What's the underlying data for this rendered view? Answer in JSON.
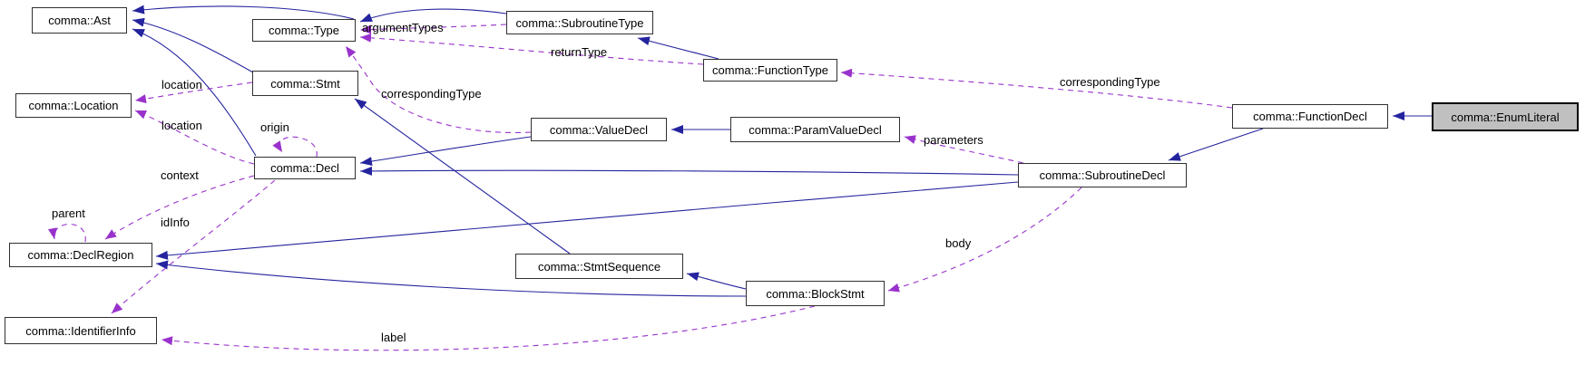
{
  "nodes": {
    "ast": {
      "label": "comma::Ast"
    },
    "type": {
      "label": "comma::Type"
    },
    "subroutine_type": {
      "label": "comma::SubroutineType"
    },
    "function_type": {
      "label": "comma::FunctionType"
    },
    "location": {
      "label": "comma::Location"
    },
    "stmt": {
      "label": "comma::Stmt"
    },
    "value_decl": {
      "label": "comma::ValueDecl"
    },
    "param_value_decl": {
      "label": "comma::ParamValueDecl"
    },
    "function_decl": {
      "label": "comma::FunctionDecl"
    },
    "enum_literal": {
      "label": "comma::EnumLiteral",
      "highlighted": true
    },
    "decl": {
      "label": "comma::Decl"
    },
    "subroutine_decl": {
      "label": "comma::SubroutineDecl"
    },
    "decl_region": {
      "label": "comma::DeclRegion"
    },
    "stmt_sequence": {
      "label": "comma::StmtSequence"
    },
    "block_stmt": {
      "label": "comma::BlockStmt"
    },
    "identifier_info": {
      "label": "comma::IdentifierInfo"
    }
  },
  "edge_labels": {
    "argument_types": "argumentTypes",
    "return_type": "returnType",
    "corresponding_type_left": "correspondingType",
    "corresponding_type_right": "correspondingType",
    "location_upper": "location",
    "location_lower": "location",
    "origin": "origin",
    "context": "context",
    "parent": "parent",
    "id_info": "idInfo",
    "parameters": "parameters",
    "body": "body",
    "label": "label"
  },
  "colors": {
    "inheritance_edge": "#24249e",
    "usage_edge": "#9932cc",
    "node_fill": "#ffffff",
    "node_border": "#303030",
    "highlight_fill": "#c0c0c0",
    "text": "#000000",
    "background": "#ffffff"
  }
}
